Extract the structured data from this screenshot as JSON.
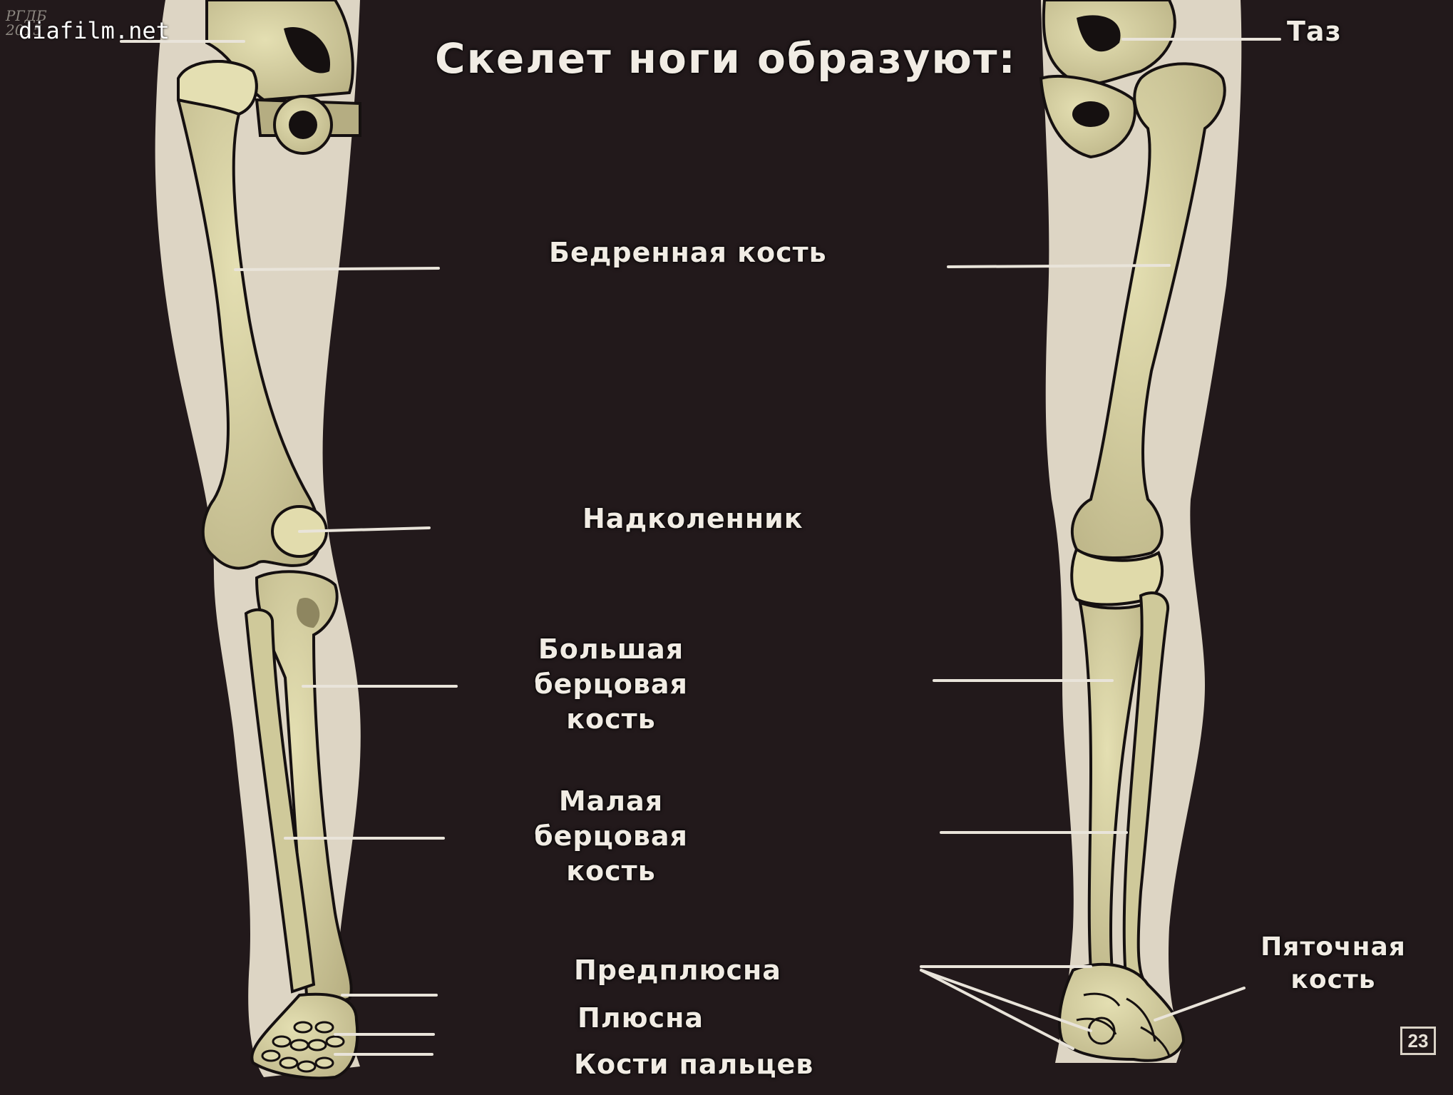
{
  "watermark": {
    "site": "diafilm.net",
    "stamp_line1": "РГДБ",
    "stamp_line2": "2015"
  },
  "title": "Скелет ноги образуют:",
  "labels": {
    "pelvis": "Таз",
    "femur": "Бедренная кость",
    "patella": "Надколенник",
    "tibia": [
      "Большая",
      "берцовая",
      "кость"
    ],
    "fibula": [
      "Малая",
      "берцовая",
      "кость"
    ],
    "tarsus": "Предплюсна",
    "metatarsus": "Плюсна",
    "toe_bones": "Кости пальцев",
    "heel_bone": [
      "Пяточная",
      "кость"
    ]
  },
  "page_number": "23",
  "colors": {
    "background": "#22191b",
    "leg_silhouette": "#ddd5c4",
    "bone": "#d8d3a4",
    "bone_outline": "#151010",
    "label_text": "#f1ece4",
    "leader_line": "#e9e4da"
  }
}
